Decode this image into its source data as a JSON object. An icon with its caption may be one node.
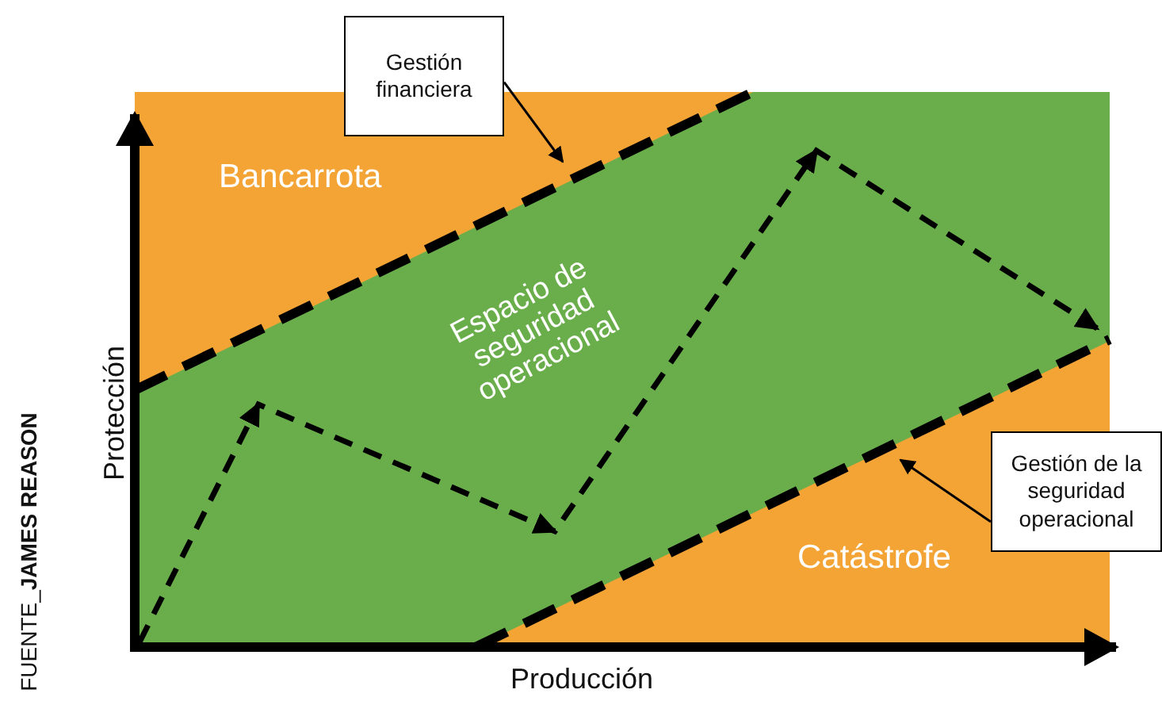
{
  "diagram": {
    "nodes": [
      {
        "text": [
          "Gestión financiera"
        ]
      },
      {
        "text": [
          "Gestión de la seguridad operacional"
        ]
      }
    ],
    "edges": [
      {
        "from": 0,
        "to": null,
        "arrow": "to"
      },
      {
        "from": 1,
        "to": null,
        "arrow": "to"
      }
    ],
    "labels": [
      "Bancarrota",
      "Espacio de seguridad operacional",
      "Protección",
      "Catástrofe",
      "Producción",
      "FUENTE_**JAMES REASON**"
    ]
  }
}
